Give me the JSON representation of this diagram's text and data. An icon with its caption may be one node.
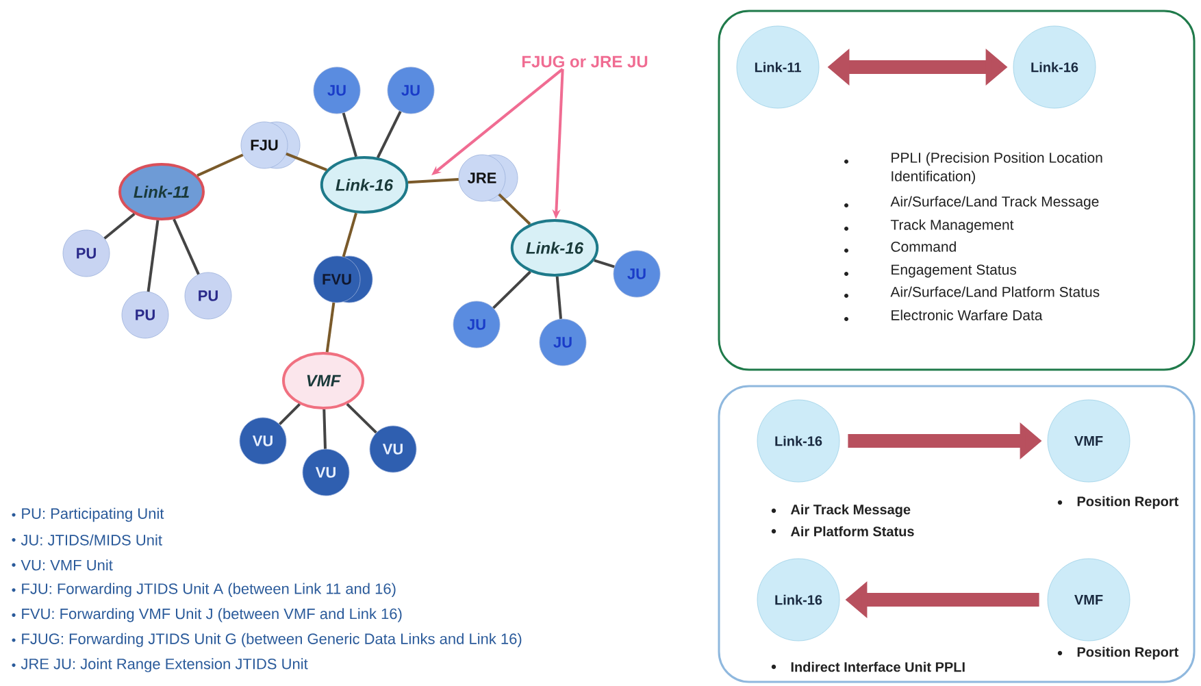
{
  "diagram": {
    "nodes": [
      {
        "text": [
          "Link-11"
        ]
      },
      {
        "text": [
          "FJU"
        ]
      },
      {
        "text": [
          "Link-16"
        ]
      },
      {
        "text": [
          "JU"
        ]
      },
      {
        "text": [
          "JU"
        ]
      },
      {
        "text": [
          "JRE"
        ]
      },
      {
        "text": [
          "Link-16"
        ]
      },
      {
        "text": [
          "JU"
        ]
      },
      {
        "text": [
          "JU"
        ]
      },
      {
        "text": [
          "JU"
        ]
      },
      {
        "text": [
          "FVU"
        ]
      },
      {
        "text": [
          "VMF"
        ]
      },
      {
        "text": [
          "VU"
        ]
      },
      {
        "text": [
          "VU"
        ]
      },
      {
        "text": [
          "VU"
        ]
      },
      {
        "text": [
          "PU"
        ]
      },
      {
        "text": [
          "PU"
        ]
      },
      {
        "text": [
          "PU"
        ]
      },
      {
        "text": [
          "FJUG or JRE JU"
        ]
      },
      {
        "text": [],
        "shape": "box"
      },
      {
        "text": [
          "Link-11"
        ],
        "in": 19
      },
      {
        "text": [
          "Link-16"
        ],
        "in": 19
      },
      {
        "text": [],
        "shape": "box"
      },
      {
        "text": [
          "Link-16"
        ],
        "in": 22,
        "beside": [
          "Air Track Message",
          "Air Platform Status"
        ]
      },
      {
        "text": [
          "VMF"
        ],
        "in": 22,
        "beside": [
          "Position Report"
        ]
      },
      {
        "text": [
          "Link-16"
        ],
        "in": 22,
        "beside": [
          "Indirect Interface Unit PPLI"
        ]
      },
      {
        "text": [
          "VMF"
        ],
        "in": 22,
        "beside": [
          "Position Report"
        ]
      }
    ],
    "edges": [
      {
        "from": 0,
        "to": 1,
        "arrow": "none",
        "color": "#7a5a2a"
      },
      {
        "from": 1,
        "to": 2,
        "arrow": "none",
        "color": "#7a5a2a"
      },
      {
        "from": 2,
        "to": 3,
        "arrow": "none"
      },
      {
        "from": 2,
        "to": 4,
        "arrow": "none"
      },
      {
        "from": 2,
        "to": 5,
        "arrow": "none",
        "color": "#7a5a2a"
      },
      {
        "from": 5,
        "to": 6,
        "arrow": "none",
        "color": "#7a5a2a"
      },
      {
        "from": 6,
        "to": 7,
        "arrow": "none"
      },
      {
        "from": 6,
        "to": 8,
        "arrow": "none"
      },
      {
        "from": 6,
        "to": 9,
        "arrow": "none"
      },
      {
        "from": 2,
        "to": 10,
        "arrow": "none",
        "color": "#7a5a2a"
      },
      {
        "from": 10,
        "to": 11,
        "arrow": "none",
        "color": "#7a5a2a"
      },
      {
        "from": 11,
        "to": 12,
        "arrow": "none"
      },
      {
        "from": 11,
        "to": 13,
        "arrow": "none"
      },
      {
        "from": 11,
        "to": 14,
        "arrow": "none"
      },
      {
        "from": 0,
        "to": 15,
        "arrow": "none"
      },
      {
        "from": 0,
        "to": 16,
        "arrow": "none"
      },
      {
        "from": 0,
        "to": 17,
        "arrow": "none"
      },
      {
        "from": 18,
        "to": null,
        "arrow": "to",
        "color": "#f06c92"
      },
      {
        "from": 18,
        "to": 6,
        "arrow": "to",
        "color": "#f06c92"
      },
      {
        "from": 20,
        "to": 21,
        "arrow": "both",
        "style": "thick",
        "color": "#b8505e"
      },
      {
        "from": 23,
        "to": 24,
        "arrow": "to",
        "style": "thick",
        "color": "#b8505e"
      },
      {
        "from": 26,
        "to": 25,
        "arrow": "to",
        "style": "thick",
        "color": "#b8505e"
      }
    ],
    "labels": [
      "PPLI (Precision Position Location Identification)",
      "Air/Surface/Land Track Message",
      "Track Management",
      "Command",
      "Engagement Status",
      "Air/Surface/Land Platform Status",
      "Electronic Warfare Data",
      "PU: Participating Unit",
      "JU: JTIDS/MIDS Unit",
      "VU: VMF Unit",
      "FJU: Forwarding JTIDS Unit A (between Link 11 and 16)",
      "FVU: Forwarding VMF Unit J (between VMF and Link 16)",
      "FJUG: Forwarding JTIDS Unit G (between Generic Data Links and Link 16)",
      "JRE JU: Joint Range Extension JTIDS Unit"
    ]
  }
}
